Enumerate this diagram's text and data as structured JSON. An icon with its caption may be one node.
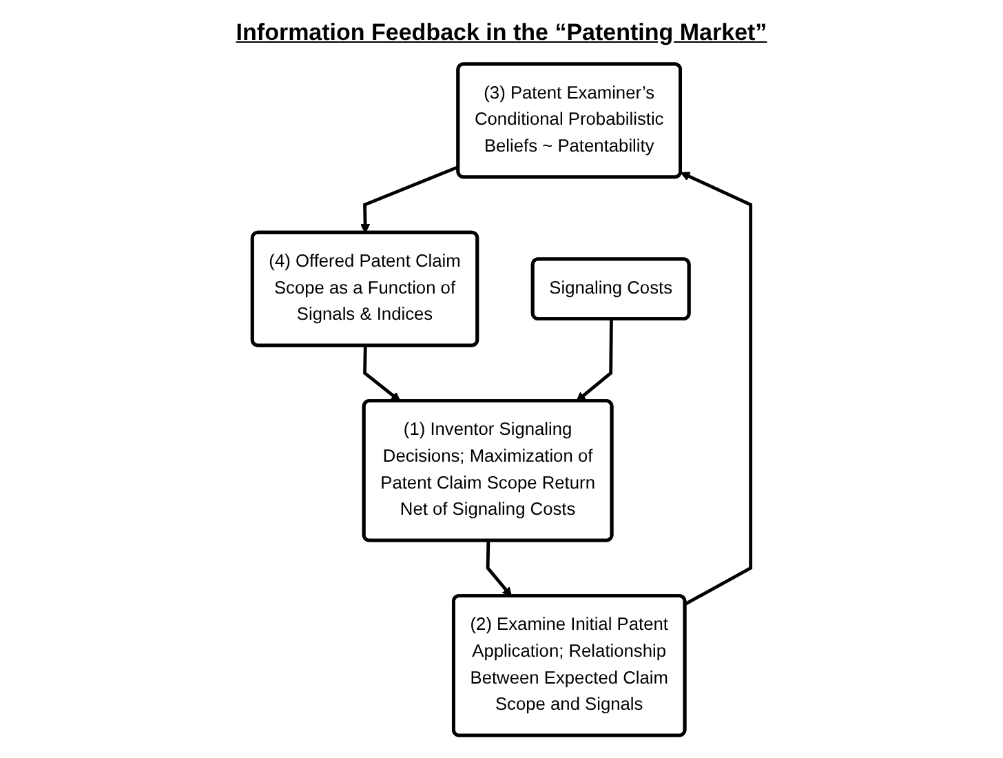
{
  "diagram": {
    "title": "Information Feedback in the “Patenting Market”",
    "nodes": [
      {
        "text": [
          "(3) Patent Examiner’s Conditional Probabilistic Beliefs ~ Patentability"
        ]
      },
      {
        "text": [
          "(4) Offered Patent Claim Scope as a Function of Signals & Indices"
        ]
      },
      {
        "text": [
          "(2) Examine Initial Patent Application; Relationship Between Expected Claim Scope and Signals"
        ]
      },
      {
        "text": [
          "(1) Inventor Signaling Decisions; Maximization of Patent Claim Scope Return Net of Signaling Costs"
        ]
      },
      {
        "text": [
          "Signaling Costs"
        ]
      }
    ],
    "edges": [
      {
        "from": 0,
        "to": 1,
        "arrow": "to"
      },
      {
        "from": 1,
        "to": 3,
        "arrow": "to"
      },
      {
        "from": 3,
        "to": 2,
        "arrow": "to"
      },
      {
        "from": 2,
        "to": 0,
        "arrow": "to"
      },
      {
        "from": 4,
        "to": 3,
        "arrow": "to"
      }
    ]
  }
}
